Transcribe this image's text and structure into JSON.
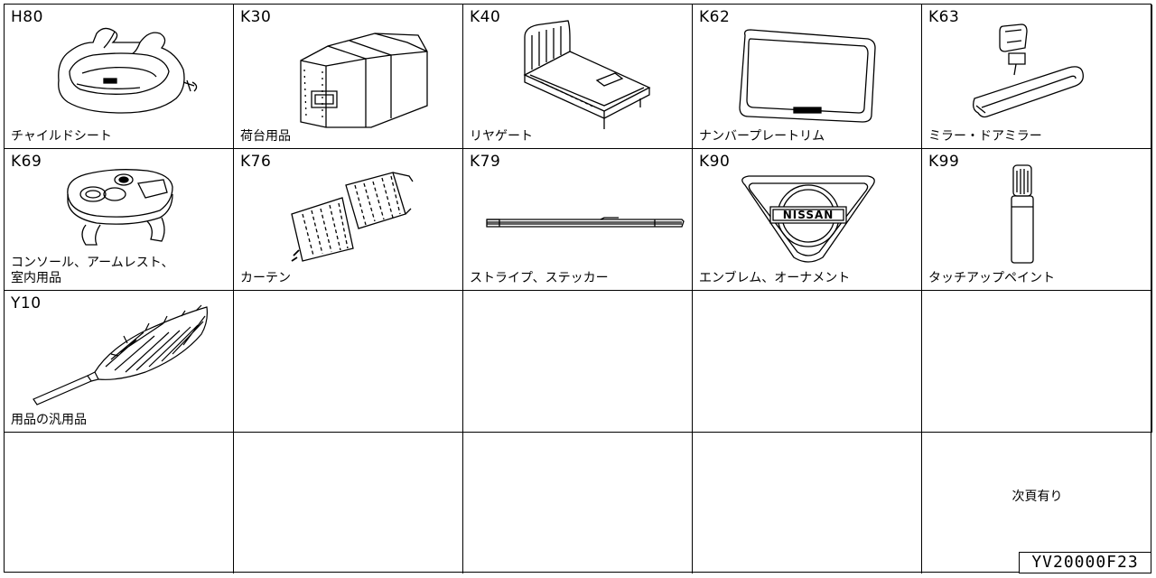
{
  "parts": [
    {
      "code": "H80",
      "label": "チャイルドシート",
      "icon": "child-seat-icon"
    },
    {
      "code": "K30",
      "label": "荷台用品",
      "icon": "cargo-cover-icon"
    },
    {
      "code": "K40",
      "label": "リヤゲート",
      "icon": "rear-gate-icon"
    },
    {
      "code": "K62",
      "label": "ナンバープレートリム",
      "icon": "license-plate-rim-icon"
    },
    {
      "code": "K63",
      "label": "ミラー・ドアミラー",
      "icon": "mirror-icon"
    },
    {
      "code": "K69",
      "label": "コンソール、アームレスト、\n室内用品",
      "icon": "console-icon"
    },
    {
      "code": "K76",
      "label": "カーテン",
      "icon": "curtain-icon"
    },
    {
      "code": "K79",
      "label": "ストライプ、ステッカー",
      "icon": "stripe-sticker-icon"
    },
    {
      "code": "K90",
      "label": "エンブレム、オーナメント",
      "icon": "nissan-emblem-icon"
    },
    {
      "code": "K99",
      "label": "タッチアップペイント",
      "icon": "touch-up-paint-icon"
    },
    {
      "code": "Y10",
      "label": "用品の汎用品",
      "icon": "feather-duster-icon"
    }
  ],
  "emblem_text": "NISSAN",
  "next_page_note": "次頁有り",
  "document_id": "YV20000F23"
}
